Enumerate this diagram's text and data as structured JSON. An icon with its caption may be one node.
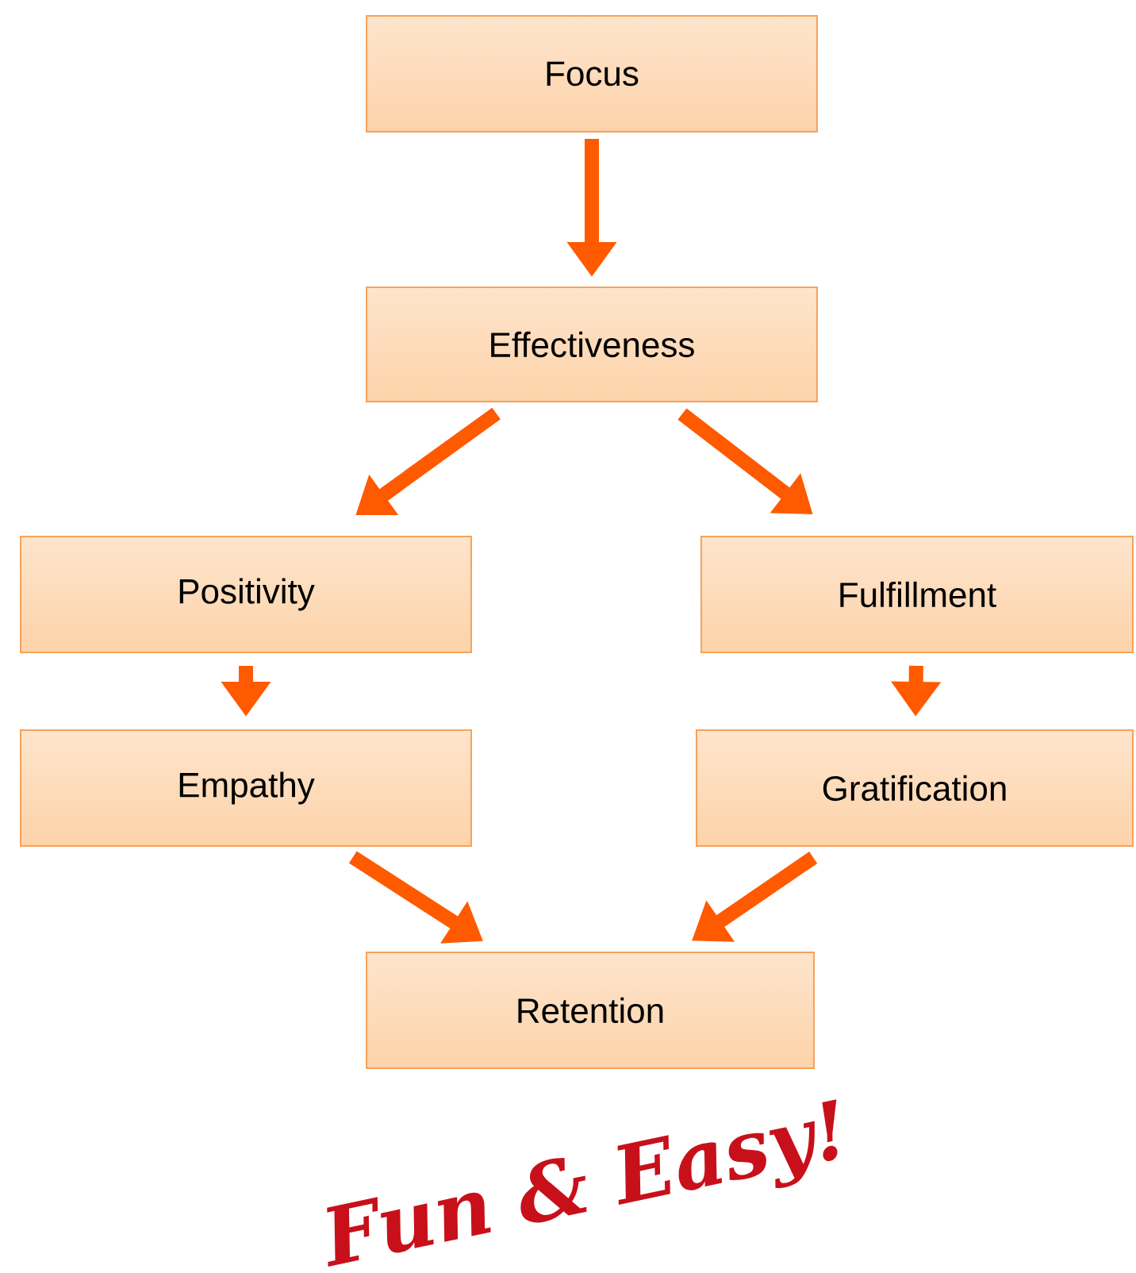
{
  "diagram": {
    "caption": "Fun & Easy!",
    "nodes": [
      {
        "text": [
          "Focus"
        ]
      },
      {
        "text": [
          "Effectiveness"
        ]
      },
      {
        "text": [
          "Positivity"
        ]
      },
      {
        "text": [
          "Fulfillment"
        ]
      },
      {
        "text": [
          "Empathy"
        ]
      },
      {
        "text": [
          "Gratification"
        ]
      },
      {
        "text": [
          "Retention"
        ]
      }
    ],
    "edges": [
      {
        "from": 0,
        "to": 1,
        "arrow": "to"
      },
      {
        "from": 1,
        "to": 2,
        "arrow": "to"
      },
      {
        "from": 1,
        "to": 3,
        "arrow": "to"
      },
      {
        "from": 2,
        "to": 4,
        "arrow": "to"
      },
      {
        "from": 3,
        "to": 5,
        "arrow": "to"
      },
      {
        "from": 4,
        "to": 6,
        "arrow": "to"
      },
      {
        "from": 5,
        "to": 6,
        "arrow": "to"
      }
    ]
  }
}
